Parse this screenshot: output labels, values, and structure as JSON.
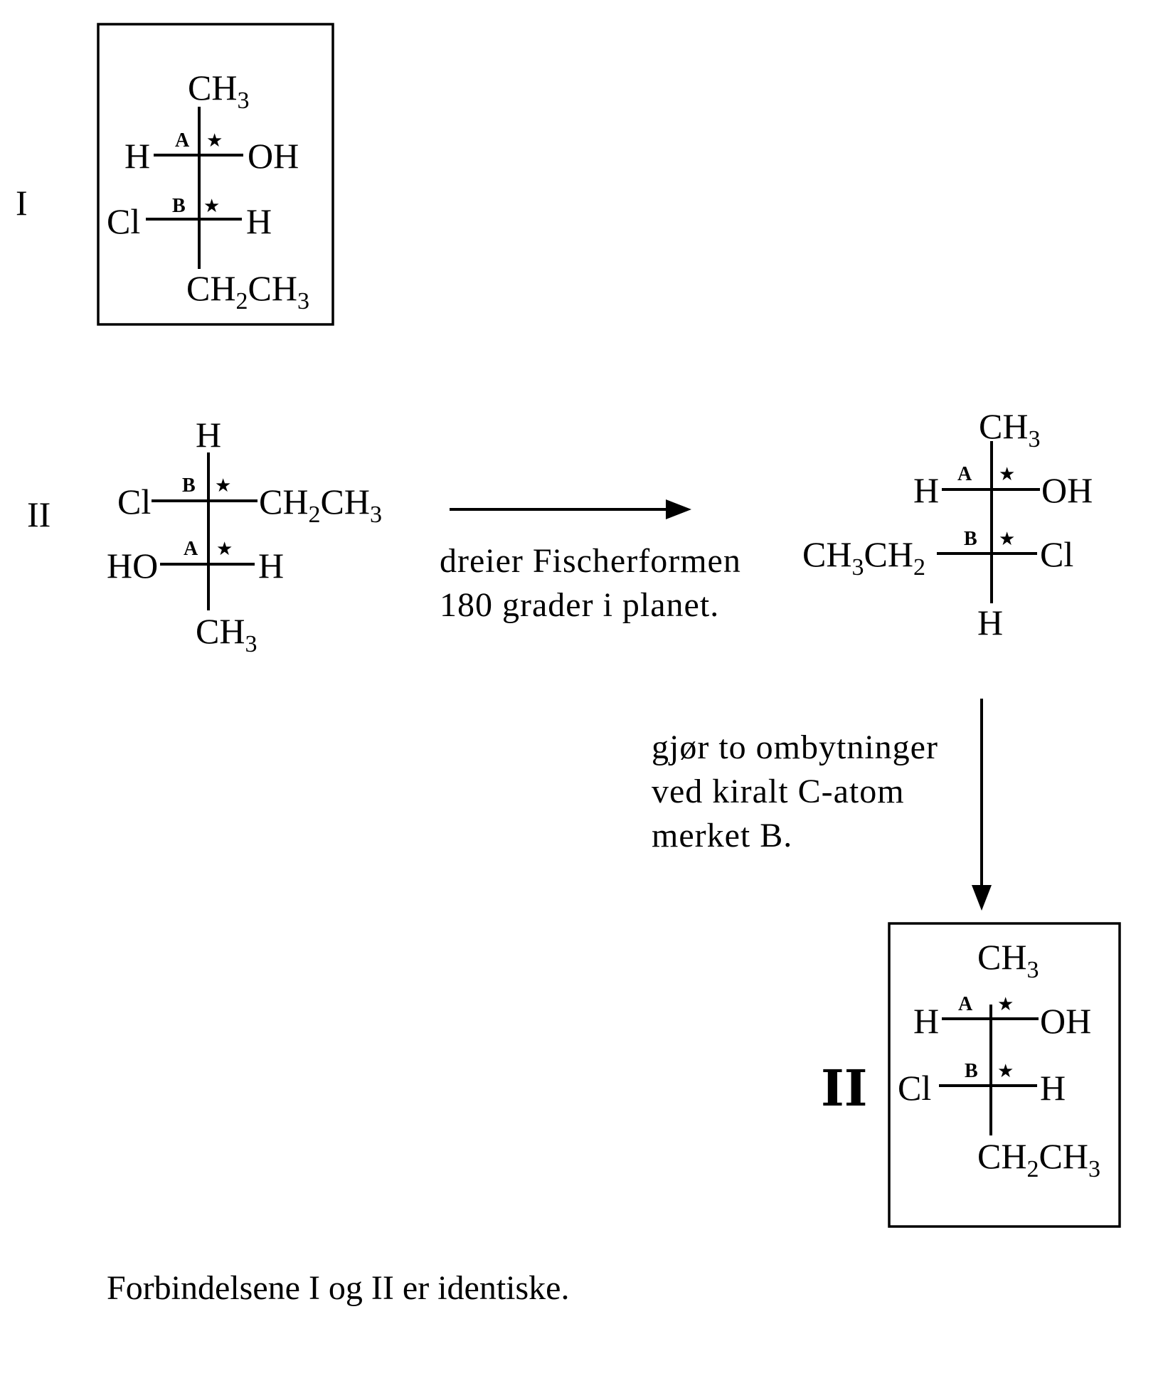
{
  "labels": {
    "compound_I": "I",
    "compound_II": "II",
    "compound_II_handwritten": "II"
  },
  "atoms": {
    "CH3": "CH",
    "CH3_sub": "3",
    "CH2_main": "CH",
    "CH2_sub": "2",
    "H": "H",
    "OH": "OH",
    "HO": "HO",
    "Cl": "Cl",
    "center_A": "A",
    "center_B": "B",
    "star": "★"
  },
  "notes": {
    "rotate_line1": "dreier Fischerformen",
    "rotate_line2": "180 grader i planet.",
    "swap_line1": "gjør to ombytninger",
    "swap_line2": "ved kiralt C-atom",
    "swap_line3": "merket B.",
    "conclusion": "Forbindelsene I og II er identiske."
  }
}
